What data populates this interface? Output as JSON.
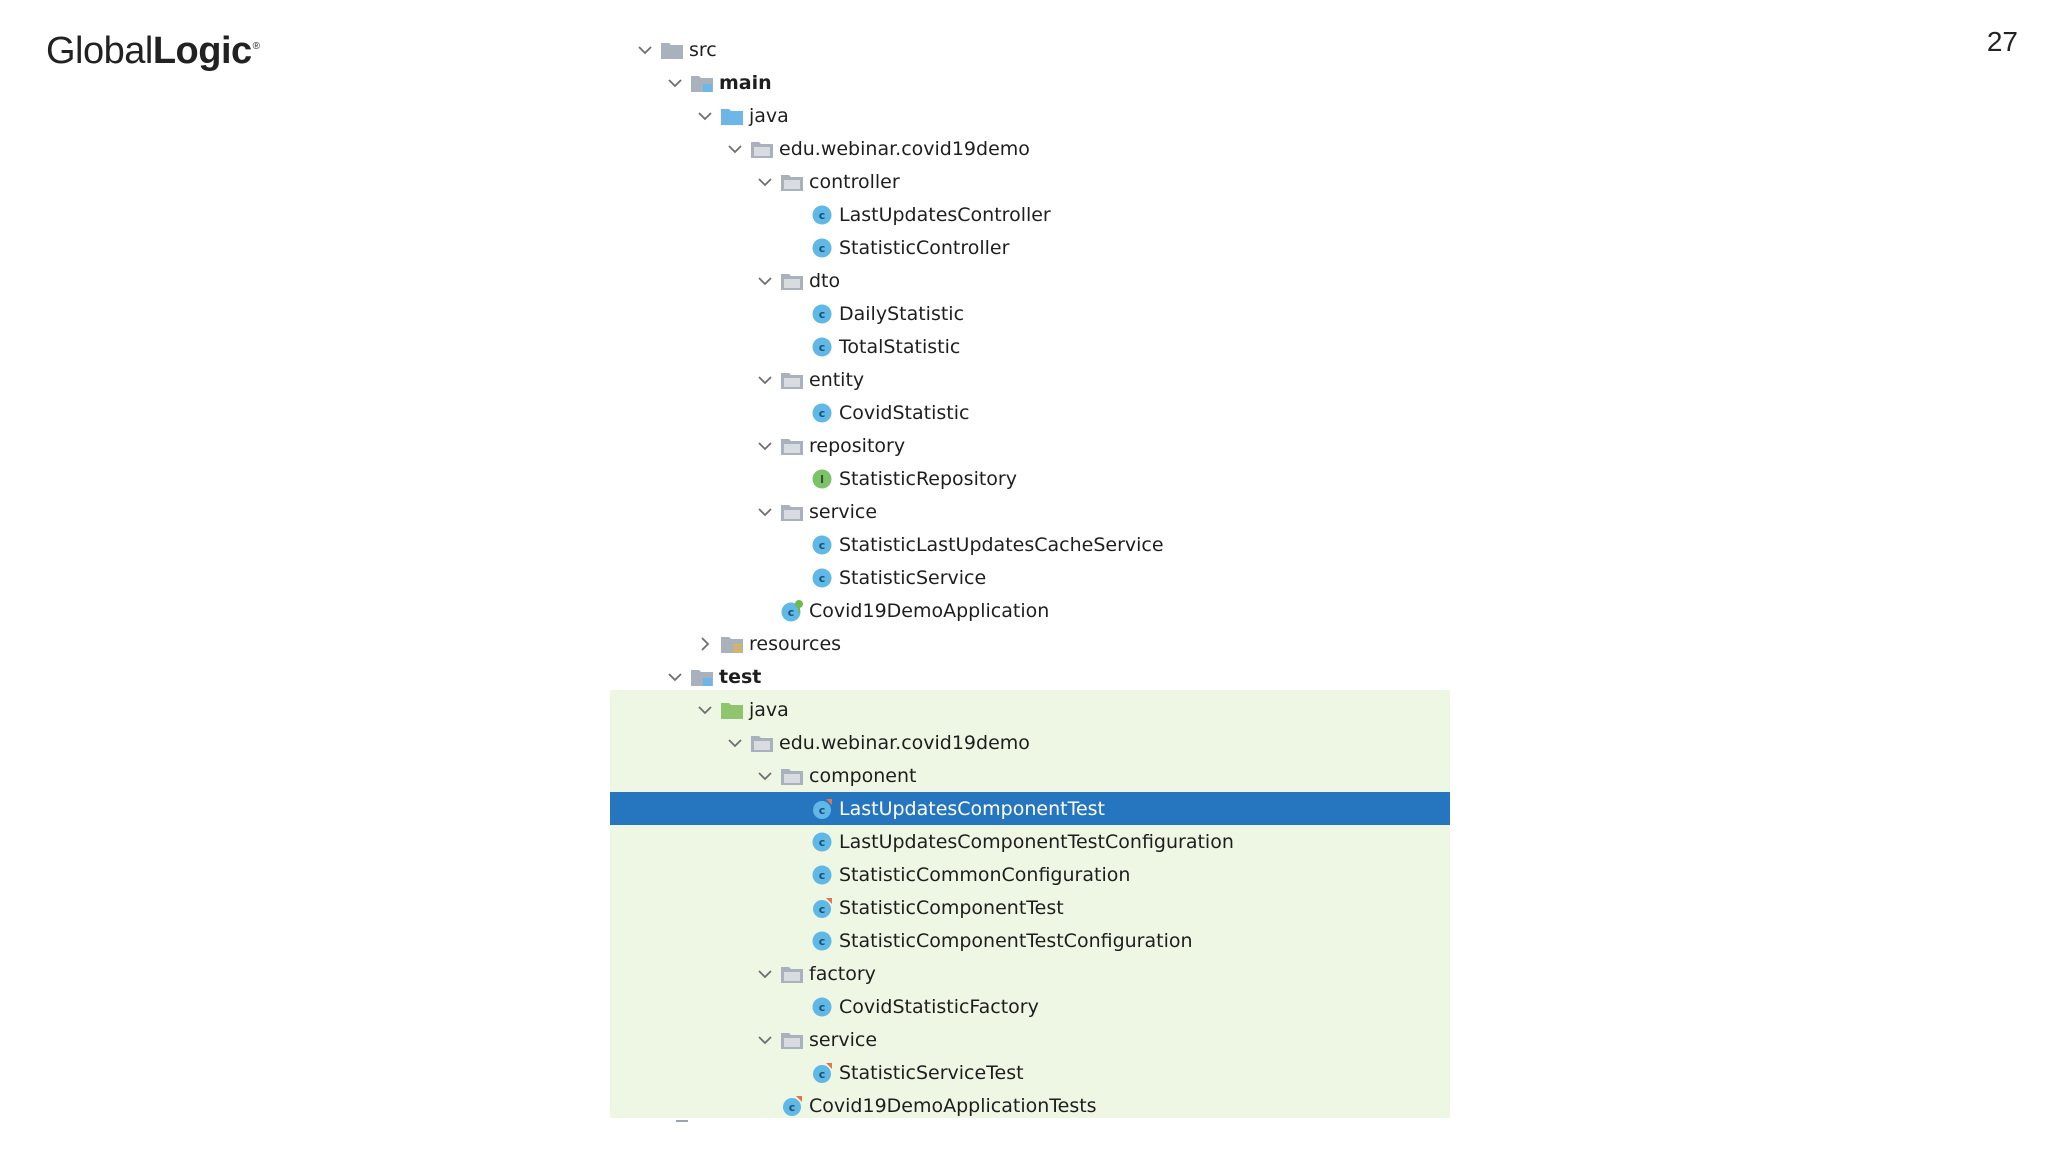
{
  "brand": {
    "logo_light": "Global",
    "logo_bold": "Logic",
    "logo_mark": "®"
  },
  "page_number": "27",
  "colors": {
    "selection": "#2675bf",
    "test_highlight": "#eef7e3",
    "class_icon": "#5fb8e6",
    "interface_icon": "#7bc26a",
    "test_marker": "#e8734a",
    "folder_gray": "#a9b2bc",
    "source_folder_blue": "#6cb6e8",
    "test_folder_green": "#8ec56e"
  },
  "tree": [
    {
      "label": "src",
      "depth": 0,
      "expander": "expanded",
      "icon": "folder-icon",
      "bold": false
    },
    {
      "label": "main",
      "depth": 1,
      "expander": "expanded",
      "icon": "source-root-folder-icon",
      "bold": true
    },
    {
      "label": "java",
      "depth": 2,
      "expander": "expanded",
      "icon": "source-folder-icon",
      "bold": false
    },
    {
      "label": "edu.webinar.covid19demo",
      "depth": 3,
      "expander": "expanded",
      "icon": "package-icon",
      "bold": false
    },
    {
      "label": "controller",
      "depth": 4,
      "expander": "expanded",
      "icon": "package-icon",
      "bold": false
    },
    {
      "label": "LastUpdatesController",
      "depth": 5,
      "expander": "none",
      "icon": "class-icon",
      "bold": false
    },
    {
      "label": "StatisticController",
      "depth": 5,
      "expander": "none",
      "icon": "class-icon",
      "bold": false
    },
    {
      "label": "dto",
      "depth": 4,
      "expander": "expanded",
      "icon": "package-icon",
      "bold": false
    },
    {
      "label": "DailyStatistic",
      "depth": 5,
      "expander": "none",
      "icon": "class-icon",
      "bold": false
    },
    {
      "label": "TotalStatistic",
      "depth": 5,
      "expander": "none",
      "icon": "class-icon",
      "bold": false
    },
    {
      "label": "entity",
      "depth": 4,
      "expander": "expanded",
      "icon": "package-icon",
      "bold": false
    },
    {
      "label": "CovidStatistic",
      "depth": 5,
      "expander": "none",
      "icon": "class-icon",
      "bold": false
    },
    {
      "label": "repository",
      "depth": 4,
      "expander": "expanded",
      "icon": "package-icon",
      "bold": false
    },
    {
      "label": "StatisticRepository",
      "depth": 5,
      "expander": "none",
      "icon": "interface-icon",
      "bold": false
    },
    {
      "label": "service",
      "depth": 4,
      "expander": "expanded",
      "icon": "package-icon",
      "bold": false
    },
    {
      "label": "StatisticLastUpdatesCacheService",
      "depth": 5,
      "expander": "none",
      "icon": "class-icon",
      "bold": false
    },
    {
      "label": "StatisticService",
      "depth": 5,
      "expander": "none",
      "icon": "class-icon",
      "bold": false
    },
    {
      "label": "Covid19DemoApplication",
      "depth": 4,
      "expander": "none",
      "icon": "spring-boot-class-icon",
      "bold": false
    },
    {
      "label": "resources",
      "depth": 2,
      "expander": "collapsed",
      "icon": "resources-folder-icon",
      "bold": false
    },
    {
      "label": "test",
      "depth": 1,
      "expander": "expanded",
      "icon": "source-root-folder-icon",
      "bold": true
    },
    {
      "label": "java",
      "depth": 2,
      "expander": "expanded",
      "icon": "test-folder-icon",
      "bold": false
    },
    {
      "label": "edu.webinar.covid19demo",
      "depth": 3,
      "expander": "expanded",
      "icon": "package-icon",
      "bold": false
    },
    {
      "label": "component",
      "depth": 4,
      "expander": "expanded",
      "icon": "package-icon",
      "bold": false
    },
    {
      "label": "LastUpdatesComponentTest",
      "depth": 5,
      "expander": "none",
      "icon": "test-class-icon",
      "bold": false,
      "selected": true
    },
    {
      "label": "LastUpdatesComponentTestConfiguration",
      "depth": 5,
      "expander": "none",
      "icon": "class-icon",
      "bold": false
    },
    {
      "label": "StatisticCommonConfiguration",
      "depth": 5,
      "expander": "none",
      "icon": "class-icon",
      "bold": false
    },
    {
      "label": "StatisticComponentTest",
      "depth": 5,
      "expander": "none",
      "icon": "test-class-icon",
      "bold": false
    },
    {
      "label": "StatisticComponentTestConfiguration",
      "depth": 5,
      "expander": "none",
      "icon": "class-icon",
      "bold": false
    },
    {
      "label": "factory",
      "depth": 4,
      "expander": "expanded",
      "icon": "package-icon",
      "bold": false
    },
    {
      "label": "CovidStatisticFactory",
      "depth": 5,
      "expander": "none",
      "icon": "class-icon",
      "bold": false
    },
    {
      "label": "service",
      "depth": 4,
      "expander": "expanded",
      "icon": "package-icon",
      "bold": false
    },
    {
      "label": "StatisticServiceTest",
      "depth": 5,
      "expander": "none",
      "icon": "test-class-icon",
      "bold": false
    },
    {
      "label": "Covid19DemoApplicationTests",
      "depth": 4,
      "expander": "none",
      "icon": "test-class-icon",
      "bold": false
    }
  ]
}
